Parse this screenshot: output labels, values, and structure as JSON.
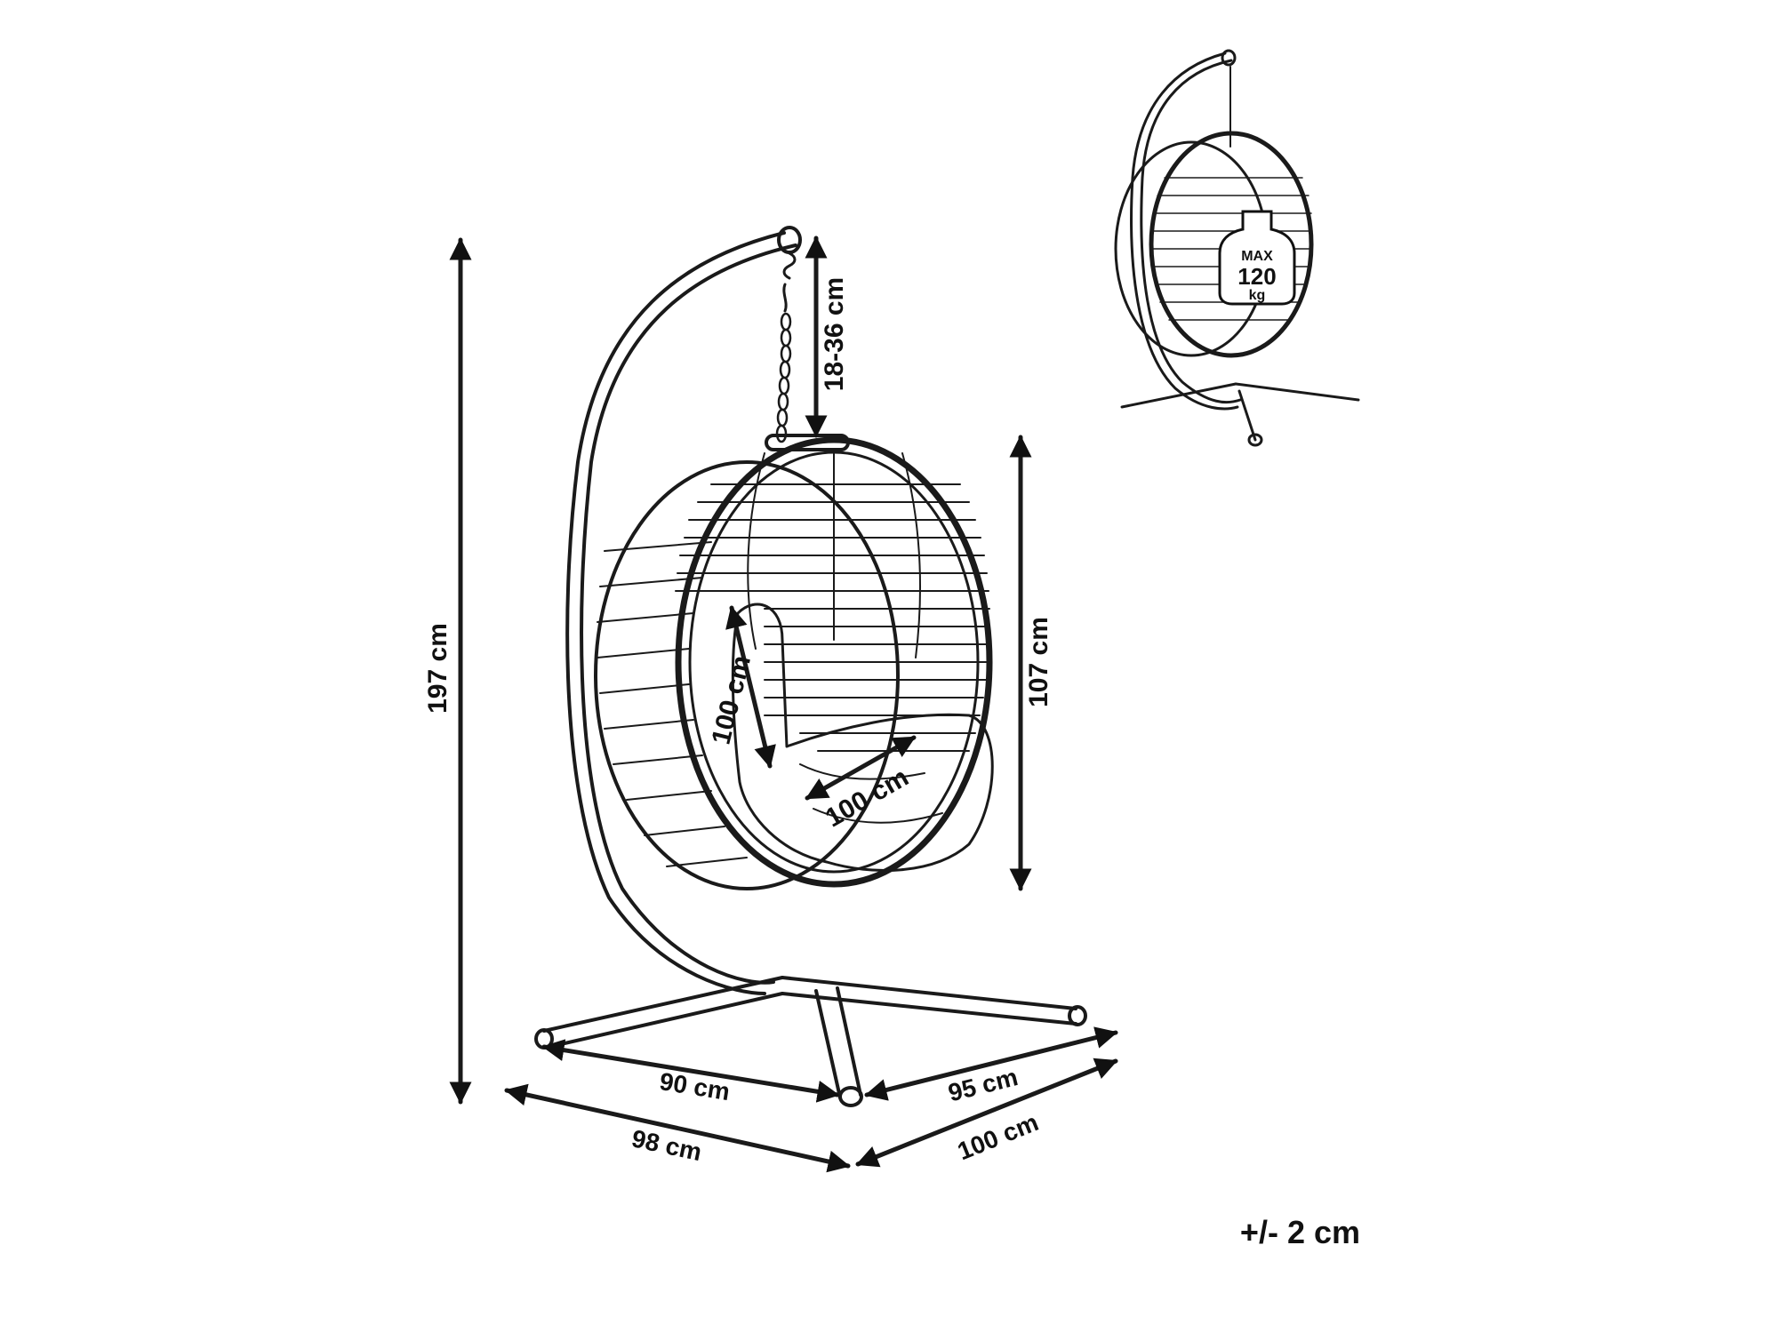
{
  "dimensions": {
    "total_height": "197 cm",
    "chain_length": "18-36 cm",
    "basket_height": "107 cm",
    "seat_back": "100 cm",
    "seat_depth": "100 cm",
    "leg_front_left": "90 cm",
    "leg_front_right": "95 cm",
    "base_left": "98 cm",
    "base_right": "100 cm"
  },
  "tolerance": "+/- 2 cm",
  "weight_badge": {
    "max": "MAX",
    "value": "120",
    "unit": "kg"
  },
  "icons": [
    "hanging-egg-chair-drawing",
    "weight-icon"
  ]
}
